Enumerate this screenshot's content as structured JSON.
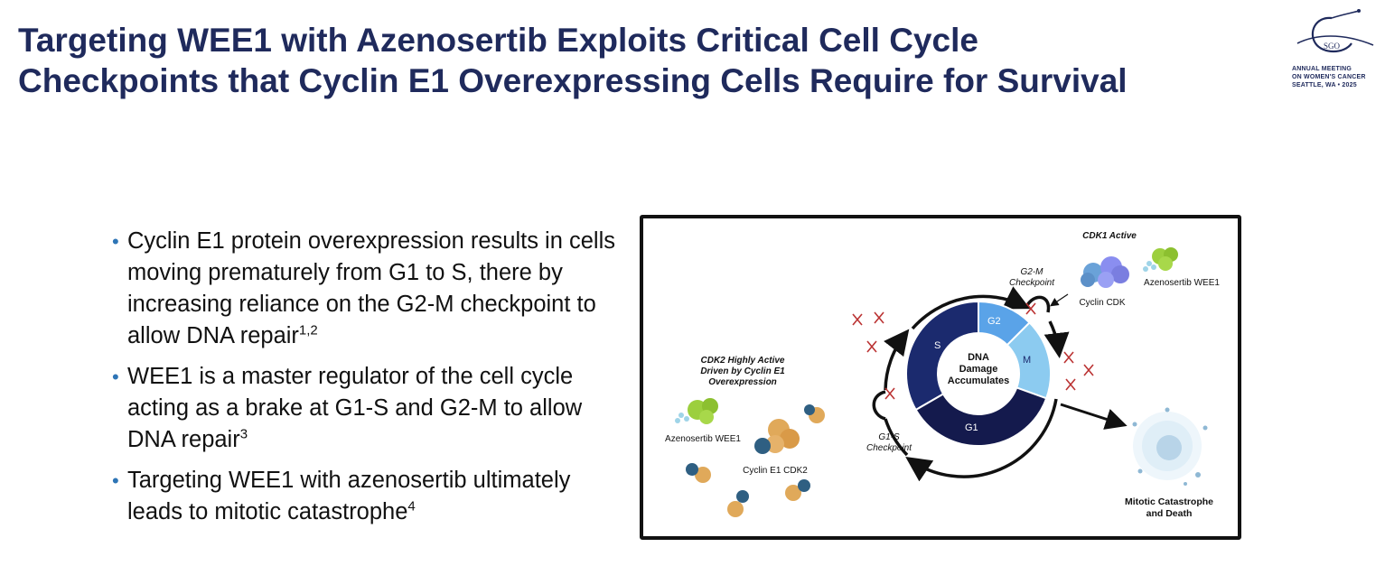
{
  "slide": {
    "title_line1": "Targeting WEE1 with Azenosertib Exploits Critical Cell Cycle",
    "title_line2": "Checkpoints that Cyclin E1 Overexpressing Cells Require for Survival"
  },
  "logo": {
    "abbrev": "SGO",
    "line1": "ANNUAL MEETING",
    "line2": "ON WOMEN'S CANCER",
    "line3": "SEATTLE, WA • 2025"
  },
  "bullets": [
    {
      "text": "Cyclin E1 protein overexpression results in cells moving prematurely from G1 to S, there by increasing reliance on the G2-M checkpoint to allow DNA repair",
      "ref": "1,2"
    },
    {
      "text": "WEE1 is a master regulator of the cell cycle acting as a brake at G1-S and G2-M to allow DNA repair",
      "ref": "3"
    },
    {
      "text": "Targeting WEE1 with azenosertib ultimately leads to mitotic catastrophe",
      "ref": "4"
    }
  ],
  "diagram": {
    "cdk1_active": "CDK1 Active",
    "g2m_checkpoint_l1": "G2-M",
    "g2m_checkpoint_l2": "Checkpoint",
    "cyclin_cdk": "Cyclin CDK",
    "azenosertib_wee1_top": "Azenosertib WEE1",
    "cdk2_l1": "CDK2 Highly Active",
    "cdk2_l2": "Driven by Cyclin E1",
    "cdk2_l3": "Overexpression",
    "azenosertib_wee1_left": "Azenosertib WEE1",
    "cyclin_e1_cdk2": "Cyclin E1 CDK2",
    "phase_s": "S",
    "phase_g2": "G2",
    "phase_m": "M",
    "phase_g1": "G1",
    "center_l1": "DNA",
    "center_l2": "Damage",
    "center_l3": "Accumulates",
    "g1s_checkpoint_l1": "G1-S",
    "g1s_checkpoint_l2": "Checkpoint",
    "outcome_l1": "Mitotic Catastrophe",
    "outcome_l2": "and Death",
    "colors": {
      "s": "#1b2a6e",
      "g2": "#5aa3e8",
      "m": "#8ccbf0",
      "g1": "#141a4d",
      "cyclin_e1": "#e0a95a",
      "cdk2": "#2f5f82",
      "wee1": "#9ccf3e",
      "azenosertib": "#9fd4e8",
      "cdk1": "#7a8ee8"
    }
  }
}
